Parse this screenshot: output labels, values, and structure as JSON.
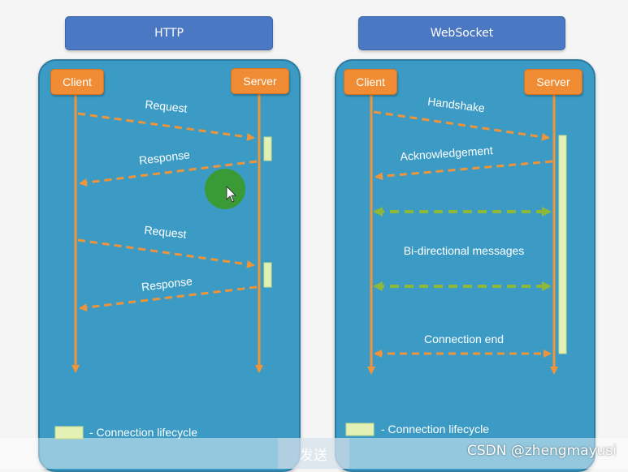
{
  "http": {
    "title": "HTTP",
    "client": "Client",
    "server": "Server",
    "messages": [
      "Request",
      "Response",
      "Request",
      "Response"
    ],
    "legend": "- Connection lifecycle"
  },
  "websocket": {
    "title": "WebSocket",
    "client": "Client",
    "server": "Server",
    "messages": [
      "Handshake",
      "Acknowledgement",
      "Bi-directional messages",
      "Connection end"
    ],
    "legend": "- Connection lifecycle"
  },
  "footer": {
    "send_label": "发送",
    "watermark": "CSDN @zhengmayusi"
  },
  "colors": {
    "title_box": "#4a78c2",
    "panel": "#3b9bc4",
    "node": "#f08c34",
    "arrow": "#f0943a",
    "bidirectional": "#8fb83a",
    "lifecycle": "#e3f2b4",
    "cursor_marker": "#3a9a2e"
  }
}
